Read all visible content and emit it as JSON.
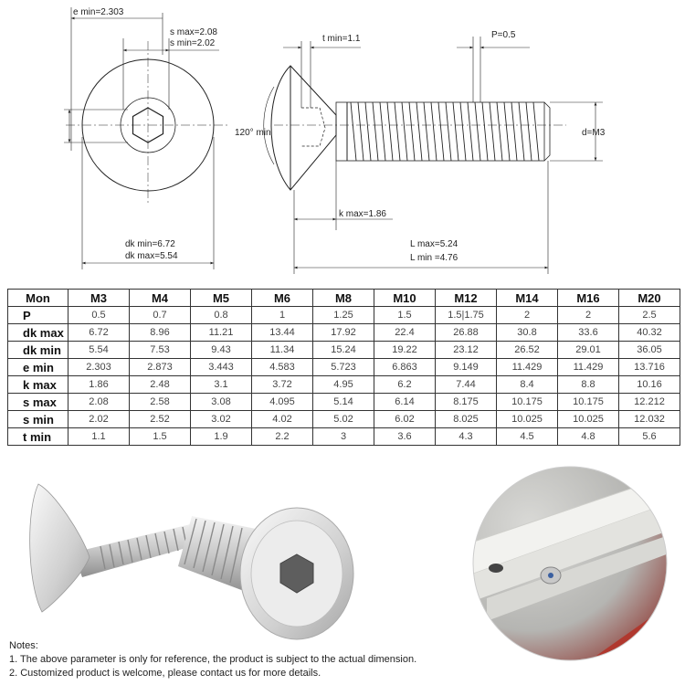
{
  "drawing": {
    "labels": {
      "e_min": "e min=2.303",
      "s_max": "s max=2.08",
      "s_min": "s min=2.02",
      "t_min": "t min=1.1",
      "p": "P=0.5",
      "angle": "120° min",
      "d": "d=M3",
      "k_max": "k max=1.86",
      "dk_min": "dk min=6.72",
      "dk_max": "dk max=5.54",
      "l_max": "L max=5.24",
      "l_min": "L min =4.76"
    }
  },
  "table": {
    "header": [
      "Mon",
      "M3",
      "M4",
      "M5",
      "M6",
      "M8",
      "M10",
      "M12",
      "M14",
      "M16",
      "M20"
    ],
    "rows": [
      {
        "label": "P",
        "values": [
          "0.5",
          "0.7",
          "0.8",
          "1",
          "1.25",
          "1.5",
          "1.5|1.75",
          "2",
          "2",
          "2.5"
        ]
      },
      {
        "label": "dk max",
        "values": [
          "6.72",
          "8.96",
          "11.21",
          "13.44",
          "17.92",
          "22.4",
          "26.88",
          "30.8",
          "33.6",
          "40.32"
        ]
      },
      {
        "label": "dk min",
        "values": [
          "5.54",
          "7.53",
          "9.43",
          "11.34",
          "15.24",
          "19.22",
          "23.12",
          "26.52",
          "29.01",
          "36.05"
        ]
      },
      {
        "label": "e min",
        "values": [
          "2.303",
          "2.873",
          "3.443",
          "4.583",
          "5.723",
          "6.863",
          "9.149",
          "11.429",
          "11.429",
          "13.716"
        ]
      },
      {
        "label": "k max",
        "values": [
          "1.86",
          "2.48",
          "3.1",
          "3.72",
          "4.95",
          "6.2",
          "7.44",
          "8.4",
          "8.8",
          "10.16"
        ]
      },
      {
        "label": "s max",
        "values": [
          "2.08",
          "2.58",
          "3.08",
          "4.095",
          "5.14",
          "6.14",
          "8.175",
          "10.175",
          "10.175",
          "12.212"
        ]
      },
      {
        "label": "s min",
        "values": [
          "2.02",
          "2.52",
          "3.02",
          "4.02",
          "5.02",
          "6.02",
          "8.025",
          "10.025",
          "10.025",
          "12.032"
        ]
      },
      {
        "label": "t min",
        "values": [
          "1.1",
          "1.5",
          "1.9",
          "2.2",
          "3",
          "3.6",
          "4.3",
          "4.5",
          "4.8",
          "5.6"
        ]
      }
    ]
  },
  "notes": {
    "title": "Notes:",
    "line1": "1. The above parameter is only for reference, the product is subject to the actual dimension.",
    "line2": "2. Customized product is welcome, please contact us for more details."
  },
  "colors": {
    "steel_light": "#eeeeee",
    "steel_dark": "#9a9a9a",
    "panel_white": "#f2f2ef",
    "backdrop_red": "#b0382e",
    "line": "#222222"
  }
}
